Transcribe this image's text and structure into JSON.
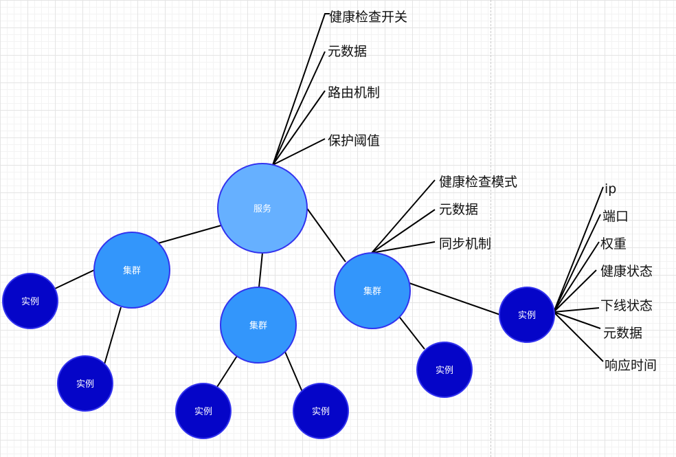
{
  "colors": {
    "service_fill": "#66b0ff",
    "cluster_fill": "#3396fb",
    "instance_fill": "#0505c8",
    "node_stroke": "#3333ee",
    "line": "#000000"
  },
  "nodes": {
    "service": {
      "label": "服务"
    },
    "cluster_left": {
      "label": "集群"
    },
    "cluster_center": {
      "label": "集群"
    },
    "cluster_right": {
      "label": "集群"
    },
    "instance_left_top": {
      "label": "实例"
    },
    "instance_left_bottom": {
      "label": "实例"
    },
    "instance_center_left": {
      "label": "实例"
    },
    "instance_center_right": {
      "label": "实例"
    },
    "instance_right_bottom": {
      "label": "实例"
    },
    "instance_far_right": {
      "label": "实例"
    }
  },
  "service_attributes": [
    "健康检查开关",
    "元数据",
    "路由机制",
    "保护阈值"
  ],
  "cluster_attributes": [
    "健康检查模式",
    "元数据",
    "同步机制"
  ],
  "instance_attributes": [
    "ip",
    "端口",
    "权重",
    "健康状态",
    "下线状态",
    "元数据",
    "响应时间"
  ]
}
